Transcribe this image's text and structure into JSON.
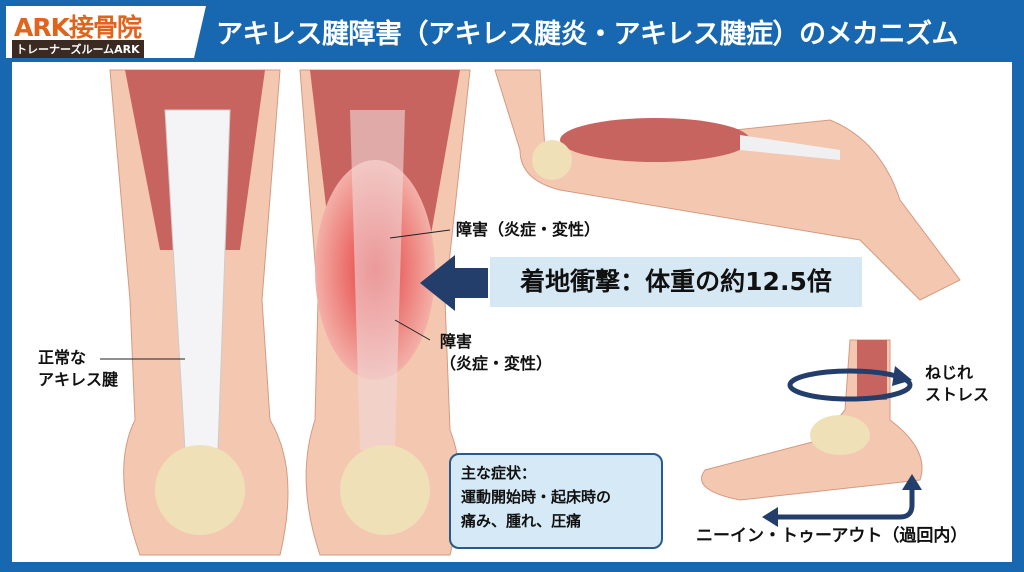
{
  "logo": {
    "name": "ARK接骨院",
    "subtitle": "トレーナーズルームARK"
  },
  "header": {
    "title": "アキレス腱障害（アキレス腱炎・アキレス腱症）のメカニズム"
  },
  "labels": {
    "normal": [
      "正常な",
      "アキレス腱"
    ],
    "injury_upper": "障害（炎症・変性）",
    "injury_lower": [
      "障害",
      "（炎症・変性）"
    ],
    "impact": "着地衝撃：体重の約12.5倍",
    "twist": [
      "ねじれ",
      "ストレス"
    ],
    "knee_in": "ニーイン・トゥーアウト（過回内）"
  },
  "symptoms": {
    "heading": "主な症状：",
    "lines": [
      "運動開始時・起床時の",
      "痛み、腫れ、圧痛"
    ]
  },
  "colors": {
    "frame": "#1768b0",
    "logo_text": "#e0641c",
    "arrow": "#233e6a",
    "callout_bg": "#d6e8f4"
  }
}
